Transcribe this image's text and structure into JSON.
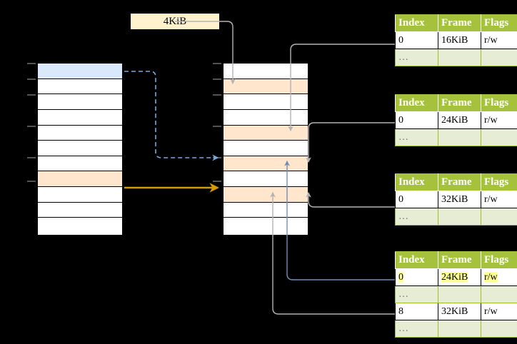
{
  "diagram": {
    "title_caption": "4KiB",
    "virtual_column": {
      "name": "virtual-address-space-column",
      "rows": 11,
      "highlights": {
        "1": "blue",
        "8": "peach"
      }
    },
    "physical_column": {
      "name": "page-table-entry-column",
      "rows": 11,
      "highlights": {
        "2": "peach",
        "5": "peach",
        "7": "peach",
        "9": "peach"
      }
    },
    "columns": [
      "Index",
      "Frame",
      "Flags"
    ],
    "tables": [
      {
        "id": "page-table-1",
        "rows": [
          {
            "index": "0",
            "frame": "16KiB",
            "flags": "r/w",
            "kind": "data",
            "highlight": false
          },
          {
            "index": "…",
            "frame": "",
            "flags": "",
            "kind": "ellipsis",
            "highlight": false
          }
        ]
      },
      {
        "id": "page-table-2",
        "rows": [
          {
            "index": "0",
            "frame": "24KiB",
            "flags": "r/w",
            "kind": "data",
            "highlight": false
          },
          {
            "index": "…",
            "frame": "",
            "flags": "",
            "kind": "ellipsis",
            "highlight": false
          }
        ]
      },
      {
        "id": "page-table-3",
        "rows": [
          {
            "index": "0",
            "frame": "32KiB",
            "flags": "r/w",
            "kind": "data",
            "highlight": false
          },
          {
            "index": "…",
            "frame": "",
            "flags": "",
            "kind": "ellipsis",
            "highlight": false
          }
        ]
      },
      {
        "id": "page-table-4",
        "rows": [
          {
            "index": "0",
            "frame": "24KiB",
            "flags": "r/w",
            "kind": "data",
            "highlight": true
          },
          {
            "index": "…",
            "frame": "",
            "flags": "",
            "kind": "ellipsis",
            "highlight": false
          },
          {
            "index": "8",
            "frame": "32KiB",
            "flags": "r/w",
            "kind": "data",
            "highlight": false
          },
          {
            "index": "…",
            "frame": "",
            "flags": "",
            "kind": "ellipsis",
            "highlight": false
          }
        ]
      }
    ],
    "colors": {
      "background": "#000000",
      "table_header": "#a6c23c",
      "table_ellipsis_row": "#e7edd4",
      "caption_fill": "#fff2cc",
      "cell_blue": "#dae8fc",
      "cell_peach": "#ffe6cc",
      "highlight_yellow": "#ffff99",
      "arrow_blue": "#7ea6e0",
      "arrow_orange": "#d79b00",
      "arrow_gray": "#b3b3b3",
      "connector_gray": "#999999",
      "connector_blue": "#6c8ebf"
    }
  }
}
